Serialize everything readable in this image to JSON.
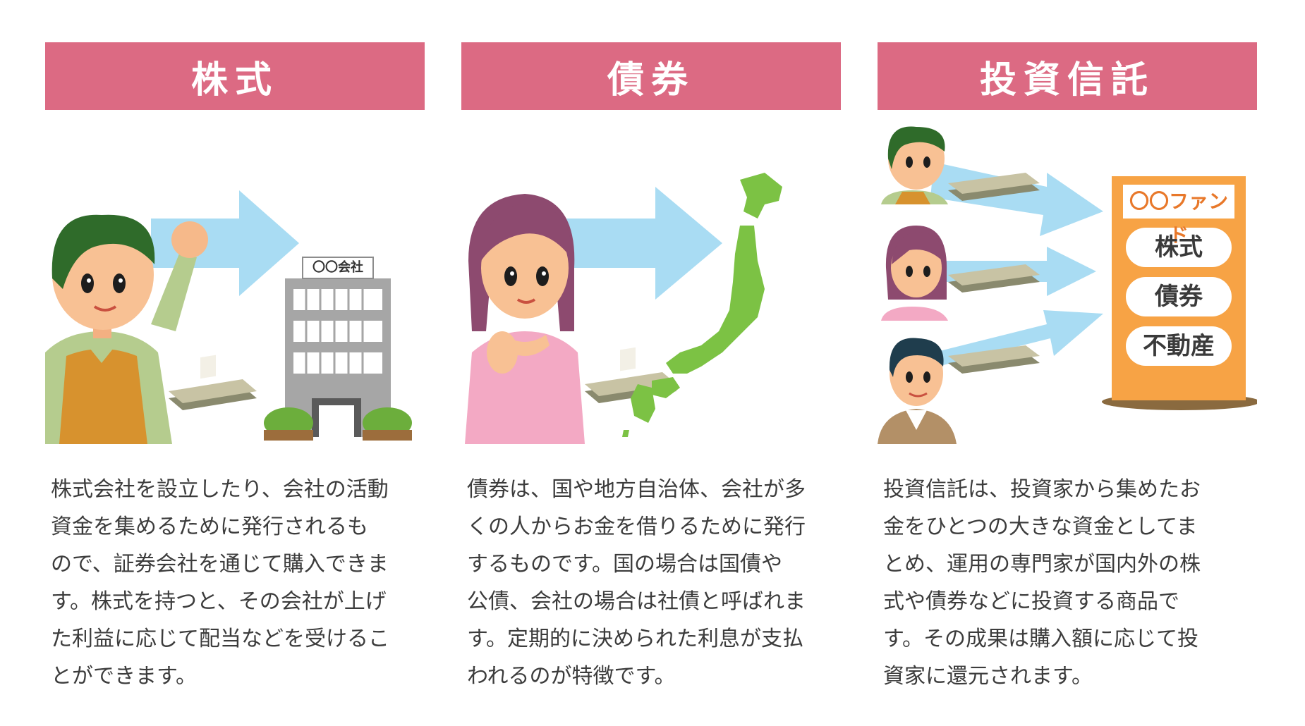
{
  "columns": [
    {
      "title": "株式",
      "building_sign": "〇〇会社",
      "description": "株式会社を設立したり、会社の活動\n資金を集めるために発行されるも\nので、証券会社を通じて購入できま\nす。株式を持つと、その会社が上げ\nた利益に応じて配当などを受けるこ\nとができます。"
    },
    {
      "title": "債券",
      "description": "債券は、国や地方自治体、会社が多\nくの人からお金を借りるために発行\nするものです。国の場合は国債や\n公債、会社の場合は社債と呼ばれま\nす。定期的に決められた利息が支払\nわれるのが特徴です。"
    },
    {
      "title": "投資信託",
      "fund": {
        "name": "〇〇ファンド",
        "items": [
          "株式",
          "債券",
          "不動産"
        ]
      },
      "description": "投資信託は、投資家から集めたお\n金をひとつの大きな資金としてま\nとめ、運用の専門家が国内外の株\n式や債券などに投資する商品で\nす。その成果は購入額に応じて投\n資家に還元されます。"
    }
  ],
  "colors": {
    "header": "#dc6a83",
    "arrow": "#a9dcf3",
    "fund_box": "#f7a345",
    "japan": "#7cc244"
  }
}
